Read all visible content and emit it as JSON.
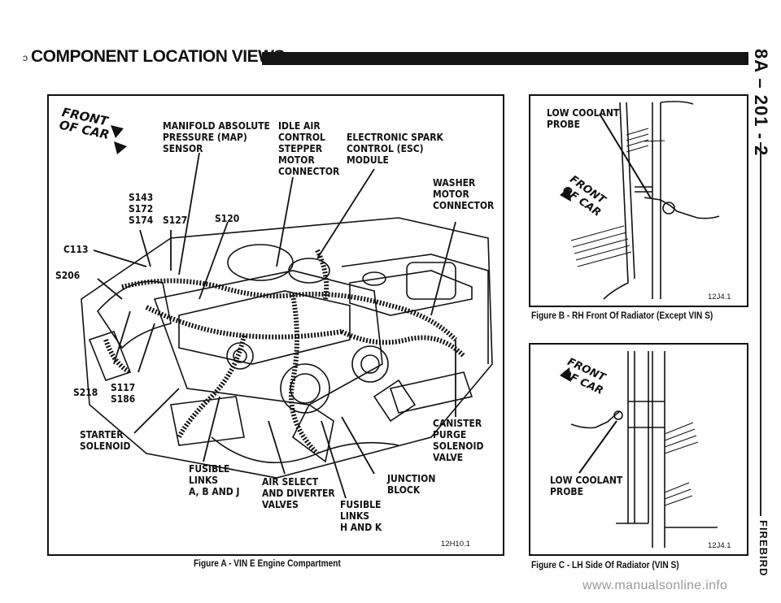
{
  "header": {
    "marker": "ↄ",
    "title": "COMPONENT LOCATION VIEWS",
    "page_code": "8A – 201 - 2",
    "brand": "FIREBIRD"
  },
  "figure_a": {
    "caption": "Figure A - VIN E Engine Compartment",
    "code": "12H10.1",
    "front_text": "FRONT\nOF CAR",
    "labels": {
      "map_sensor": "MANIFOLD ABSOLUTE\nPRESSURE (MAP)\nSENSOR",
      "idle_air": "IDLE AIR\nCONTROL\nSTEPPER\nMOTOR\nCONNECTOR",
      "esc": "ELECTRONIC SPARK\nCONTROL (ESC)\nMODULE",
      "washer": "WASHER\nMOTOR\nCONNECTOR",
      "s143": "S143\nS172\nS174",
      "s127": "S127",
      "s120": "S120",
      "c113": "C113",
      "s206": "S206",
      "s218": "S218",
      "s117": "S117\nS186",
      "starter": "STARTER\nSOLENOID",
      "fusible_abj": "FUSIBLE\nLINKS\nA, B AND J",
      "air_select": "AIR SELECT\nAND DIVERTER\nVALVES",
      "fusible_hk": "FUSIBLE\nLINKS\nH AND K",
      "junction": "JUNCTION\nBLOCK",
      "canister": "CANISTER\nPURGE\nSOLENOID\nVALVE"
    }
  },
  "figure_b": {
    "caption": "Figure B - RH Front Of Radiator (Except VIN S)",
    "code": "12J4.1",
    "label": "LOW COOLANT\nPROBE",
    "front_text": "FRONT\nOF CAR"
  },
  "figure_c": {
    "caption": "Figure C - LH Side Of Radiator (VIN S)",
    "code": "12J4.1",
    "label": "LOW COOLANT\nPROBE",
    "front_text": "FRONT\nOF CAR"
  },
  "watermark": "www.manualsonline.info"
}
